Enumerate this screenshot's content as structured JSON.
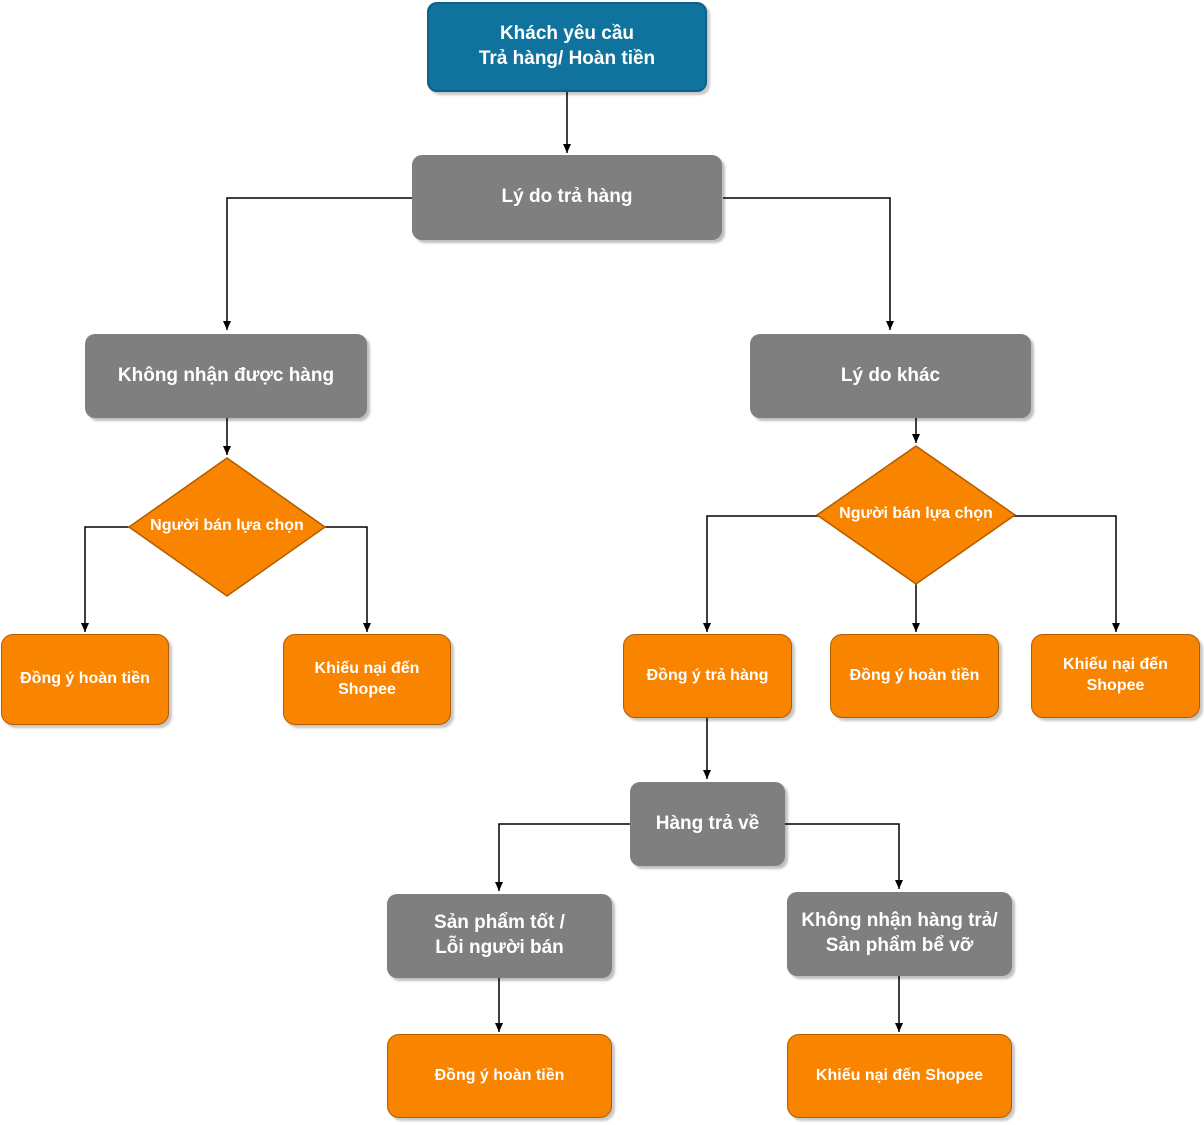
{
  "start": {
    "label": "Khách yêu cầu\nTrả hàng/ Hoàn tiền"
  },
  "reason": {
    "label": "Lý do trả hàng"
  },
  "left_branch": {
    "label": "Không nhận được hàng",
    "decision": "Người bán lựa chọn",
    "options": [
      "Đồng ý hoàn tiền",
      "Khiếu nại đến\nShopee"
    ]
  },
  "right_branch": {
    "label": "Lý do khác",
    "decision": "Người bán lựa chọn",
    "options": [
      "Đồng ý trả hàng",
      "Đồng ý hoàn tiền",
      "Khiếu nại đến\nShopee"
    ]
  },
  "returned": {
    "label": "Hàng trả về"
  },
  "good_product": {
    "label": "Sản phẩm tốt /\nLỗi người bán",
    "result": "Đồng ý hoàn tiền"
  },
  "bad_product": {
    "label": "Không nhận hàng trả/\nSản phẩm bể vỡ",
    "result": "Khiếu nại đến Shopee"
  },
  "colors": {
    "start": "#10739e",
    "process": "#7f7f7f",
    "decision": "#f88400",
    "outcome": "#f88400",
    "connector": "#000000"
  }
}
